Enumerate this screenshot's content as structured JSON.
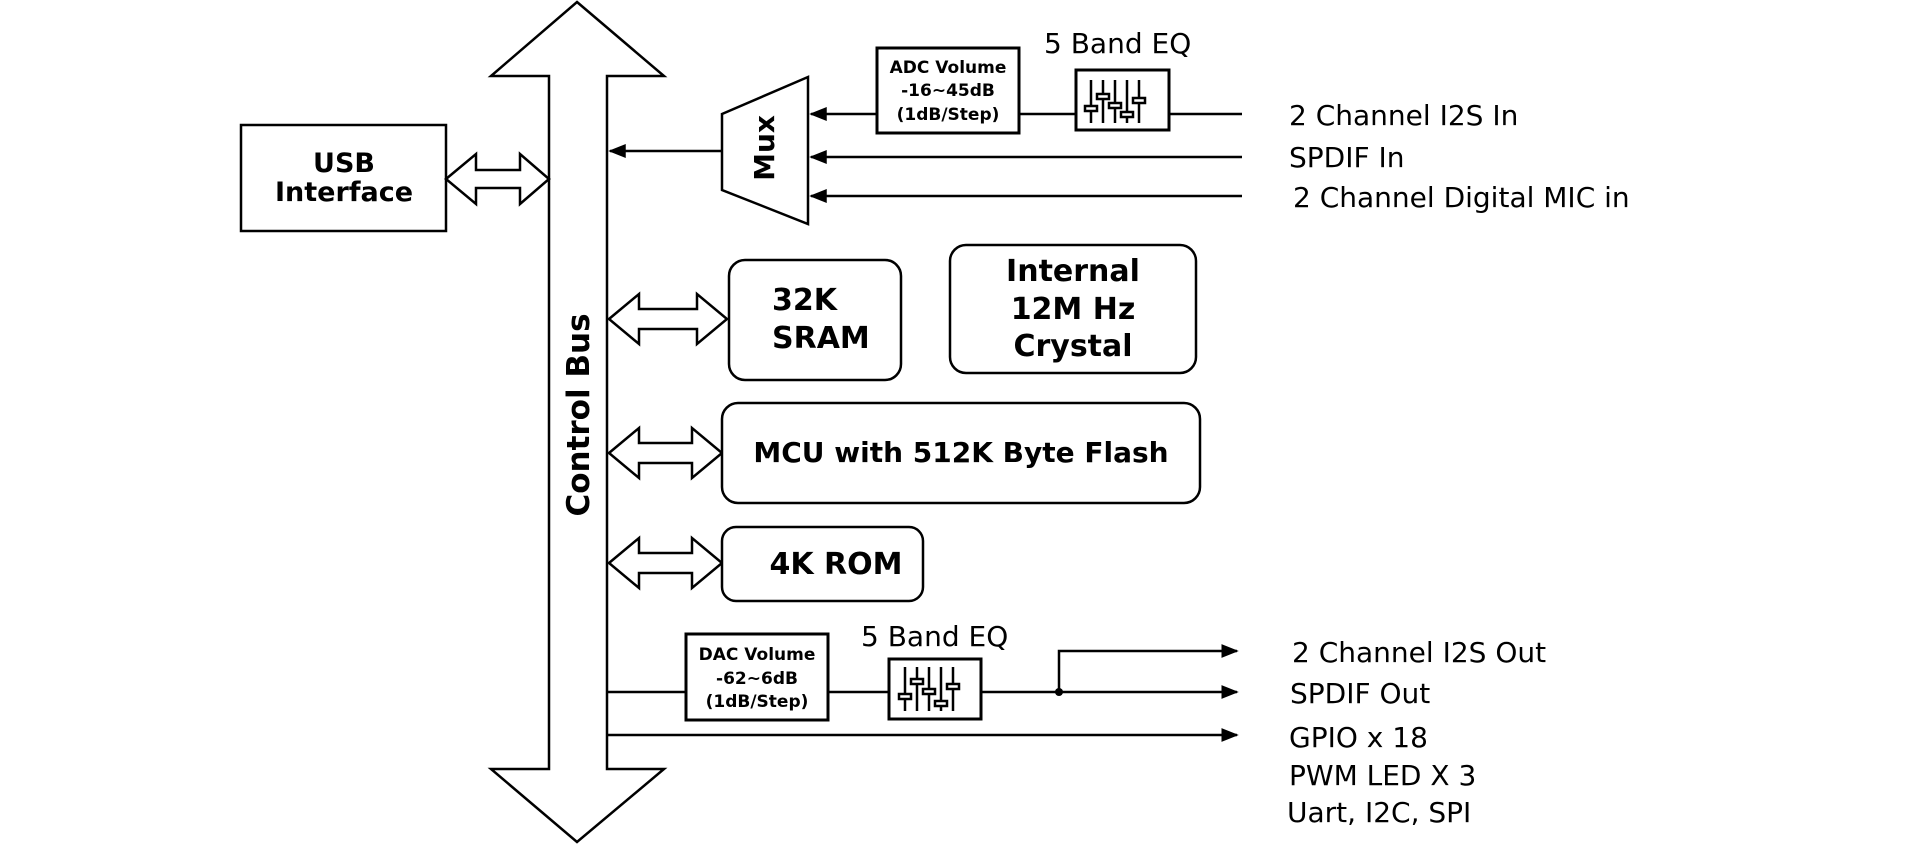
{
  "diagram": {
    "control_bus": {
      "label": "Control Bus"
    },
    "usb": {
      "line1": "USB",
      "line2": "Interface"
    },
    "mux": {
      "label": "Mux"
    },
    "adc_volume": {
      "line1": "ADC Volume",
      "line2": "-16~45dB",
      "line3": "(1dB/Step)"
    },
    "input_eq": {
      "label": "5 Band EQ"
    },
    "inputs": [
      {
        "label": "2 Channel I2S In"
      },
      {
        "label": "SPDIF In"
      },
      {
        "label": "2 Channel Digital MIC in"
      }
    ],
    "sram": {
      "line1": "32K",
      "line2": "SRAM"
    },
    "crystal": {
      "line1": "Internal",
      "line2": "12M Hz",
      "line3": "Crystal"
    },
    "mcu": {
      "label": "MCU with 512K Byte Flash"
    },
    "rom": {
      "label": "4K ROM"
    },
    "dac_volume": {
      "line1": "DAC Volume",
      "line2": "-62~6dB",
      "line3": "(1dB/Step)"
    },
    "output_eq": {
      "label": "5 Band EQ"
    },
    "outputs": [
      {
        "label": "2 Channel I2S Out"
      },
      {
        "label": "SPDIF Out"
      },
      {
        "label": "GPIO x 18"
      },
      {
        "label": "PWM LED X 3"
      },
      {
        "label": "Uart, I2C, SPI"
      }
    ]
  }
}
